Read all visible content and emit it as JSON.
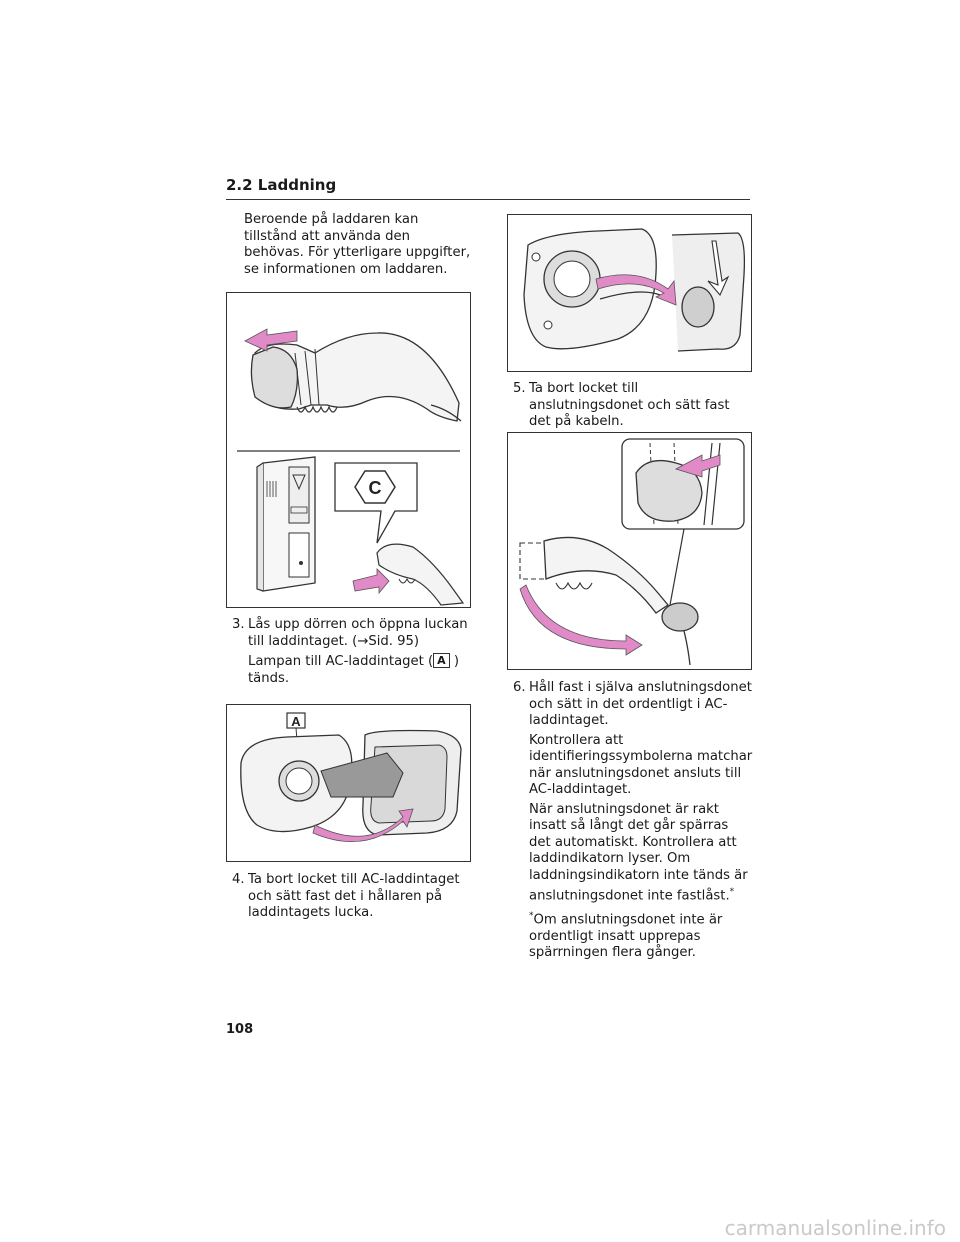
{
  "header": {
    "section": "2.2  Laddning"
  },
  "intro": {
    "text": "Beroende på laddaren kan tillstånd att använda den behövas. För ytterligare uppgifter, se informationen om laddaren."
  },
  "figure1": {
    "badge": "C"
  },
  "step3": {
    "number": "3.",
    "text": "Lås upp dörren och öppna luckan till laddintaget. (→Sid. 95)",
    "sub_before": "Lampan till AC-laddintaget (",
    "sub_label": "A",
    "sub_after": ") tänds."
  },
  "figure2": {
    "label": "A"
  },
  "step4": {
    "number": "4.",
    "text": "Ta bort locket till AC-laddintaget och sätt fast det i hållaren på laddintagets lucka."
  },
  "step5": {
    "number": "5.",
    "text": "Ta bort locket till anslutningsdonet och sätt fast det på kabeln."
  },
  "step6": {
    "number": "6.",
    "text": "Håll fast i själva anslutningsdonet och sätt in det ordentligt i AC-laddintaget.",
    "sub1": "Kontrollera att identifieringssymbolerna matchar när anslutningsdonet ansluts till AC-laddintaget.",
    "sub2": "När anslutningsdonet är rakt insatt så långt det går spärras det automatiskt. Kontrollera att laddindikatorn lyser. Om laddningsindikatorn inte tänds är anslutningsdonet inte fastlåst.",
    "sub2_marker": "*",
    "footnote_marker": "*",
    "footnote": "Om anslutningsdonet inte är ordentligt insatt upprepas spärrningen flera gånger."
  },
  "page": {
    "number": "108"
  },
  "watermark": "carmanualsonline.info",
  "colors": {
    "arrow": "#e18ac8",
    "text": "#1a1a1a",
    "line": "#333333"
  }
}
